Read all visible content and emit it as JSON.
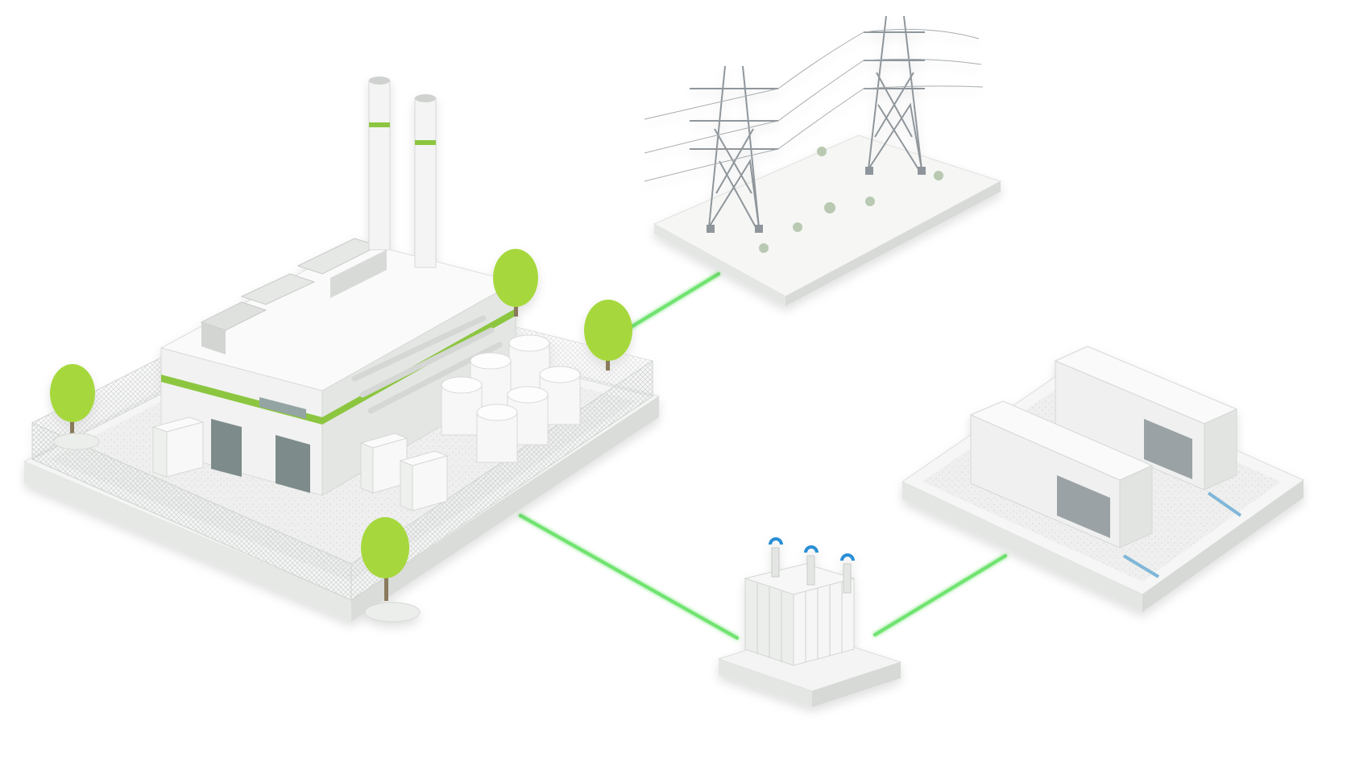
{
  "scene": {
    "nodes": [
      {
        "id": "power-plant",
        "icon": "power-plant-icon"
      },
      {
        "id": "transmission-towers",
        "icon": "transmission-tower-icon"
      },
      {
        "id": "transformer",
        "icon": "transformer-icon"
      },
      {
        "id": "battery-storage",
        "icon": "battery-container-icon"
      }
    ],
    "links": [
      {
        "from": "power-plant",
        "to": "transmission-towers"
      },
      {
        "from": "power-plant",
        "to": "transformer"
      },
      {
        "from": "transformer",
        "to": "battery-storage"
      }
    ]
  },
  "colors": {
    "background": "#ffffff",
    "connector": "#6fe36f",
    "accent": "#8cc63f",
    "tree": "#a6d83c",
    "structure": "#f2f3f2",
    "steel": "#8f969b",
    "insulator": "#2a8fd6"
  }
}
